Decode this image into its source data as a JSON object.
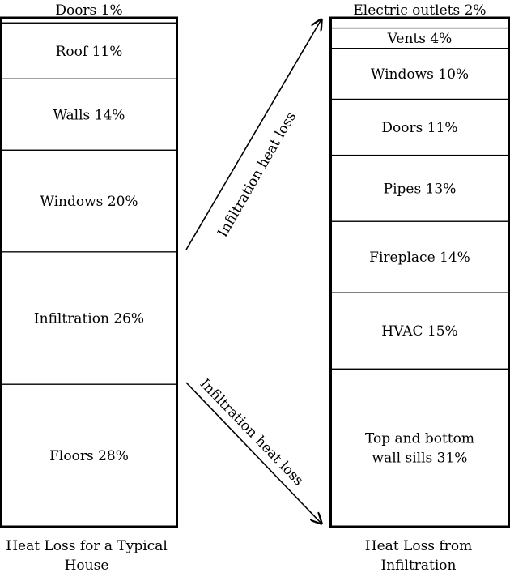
{
  "chart_data": [
    {
      "type": "bar",
      "stacked": true,
      "caption_line1": "Heat Loss for a Typical",
      "caption_line2": "House",
      "unit": "%",
      "segments": [
        {
          "label": "Doors 1%",
          "category": "Doors",
          "value": 1
        },
        {
          "label": "Roof 11%",
          "category": "Roof",
          "value": 11
        },
        {
          "label": "Walls 14%",
          "category": "Walls",
          "value": 14
        },
        {
          "label": "Windows 20%",
          "category": "Windows",
          "value": 20
        },
        {
          "label": "Infiltration 26%",
          "category": "Infiltration",
          "value": 26
        },
        {
          "label": "Floors 28%",
          "category": "Floors",
          "value": 28
        }
      ]
    },
    {
      "type": "bar",
      "stacked": true,
      "caption_line1": "Heat Loss from",
      "caption_line2": "Infiltration",
      "unit": "%",
      "segments": [
        {
          "label": "Electric outlets 2%",
          "category": "Electric outlets",
          "value": 2
        },
        {
          "label": "Vents 4%",
          "category": "Vents",
          "value": 4
        },
        {
          "label": "Windows 10%",
          "category": "Windows",
          "value": 10
        },
        {
          "label": "Doors 11%",
          "category": "Doors",
          "value": 11
        },
        {
          "label": "Pipes 13%",
          "category": "Pipes",
          "value": 13
        },
        {
          "label": "Fireplace 14%",
          "category": "Fireplace",
          "value": 14
        },
        {
          "label": "HVAC 15%",
          "category": "HVAC",
          "value": 15
        },
        {
          "label": "Top and bottom wall sills 31%",
          "category": "Top and bottom wall sills",
          "value": 31,
          "label_lines": [
            "Top and bottom",
            "wall sills 31%"
          ]
        }
      ]
    }
  ],
  "arrows": {
    "upper_label": "Infiltration heat loss",
    "lower_label": "Infiltration heat loss"
  },
  "colors": {
    "stroke": "#000000",
    "fill": "#ffffff"
  }
}
